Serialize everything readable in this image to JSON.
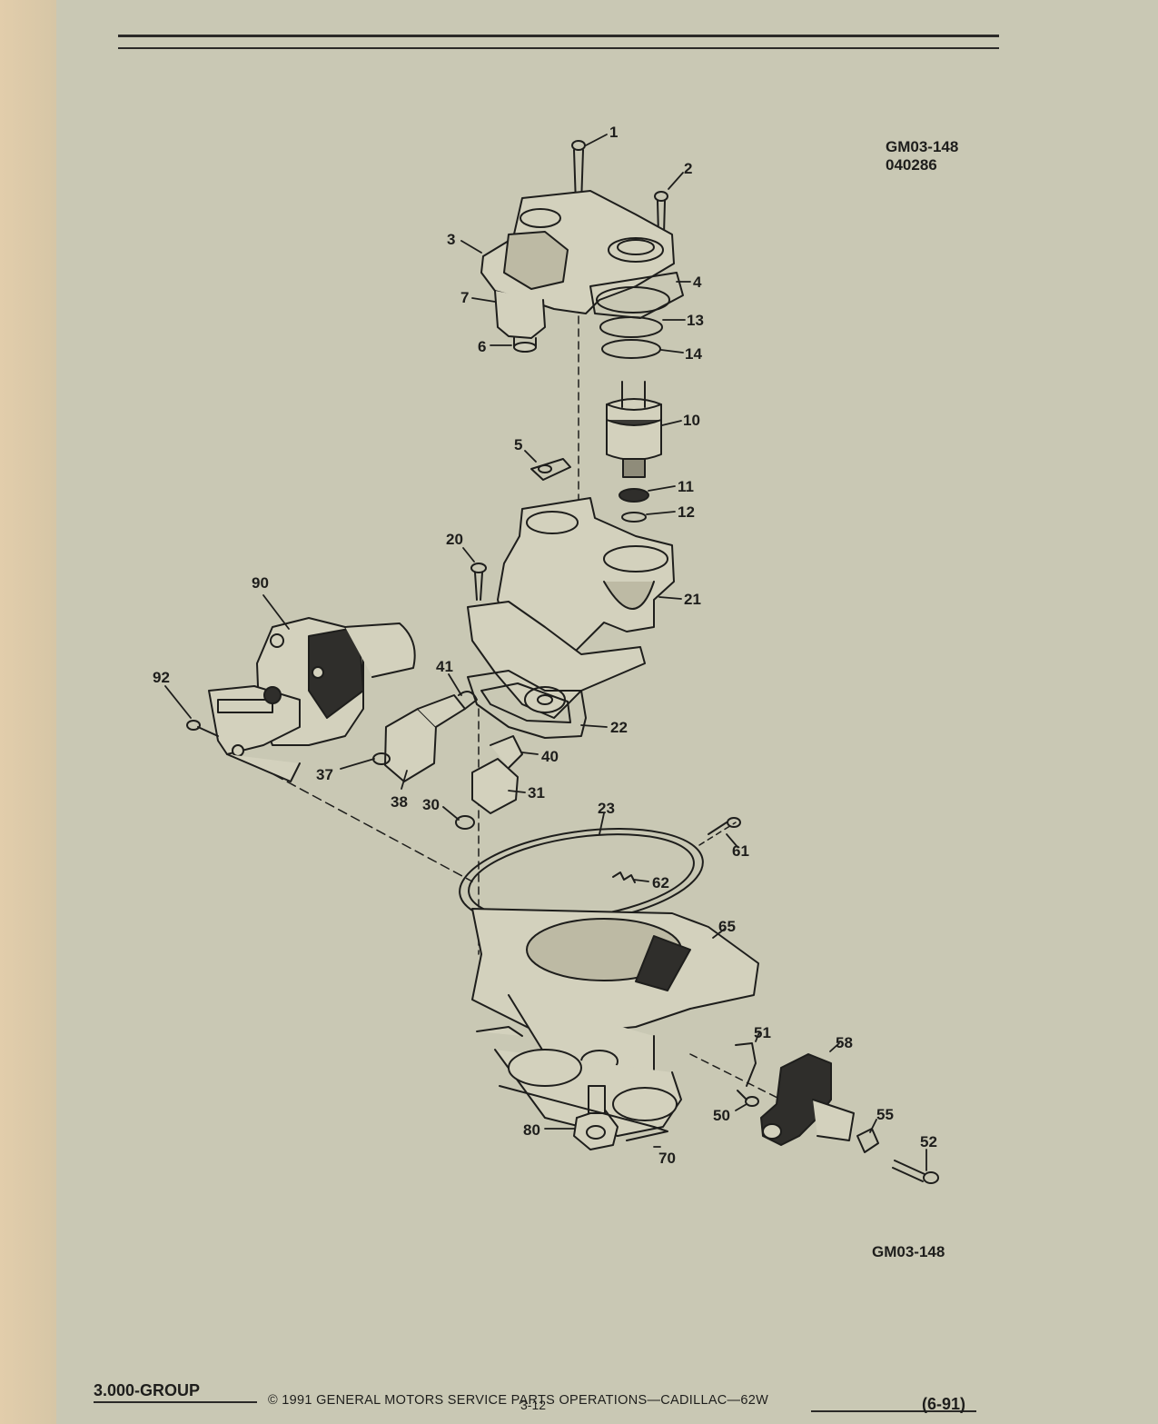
{
  "figure": {
    "code_top": "GM03-148",
    "date_code": "040286",
    "code_bottom": "GM03-148"
  },
  "callouts": [
    {
      "id": "1",
      "label": "1"
    },
    {
      "id": "2",
      "label": "2"
    },
    {
      "id": "3",
      "label": "3"
    },
    {
      "id": "4",
      "label": "4"
    },
    {
      "id": "5",
      "label": "5"
    },
    {
      "id": "6",
      "label": "6"
    },
    {
      "id": "7",
      "label": "7"
    },
    {
      "id": "10",
      "label": "10"
    },
    {
      "id": "11",
      "label": "11"
    },
    {
      "id": "12",
      "label": "12"
    },
    {
      "id": "13",
      "label": "13"
    },
    {
      "id": "14",
      "label": "14"
    },
    {
      "id": "20",
      "label": "20"
    },
    {
      "id": "21",
      "label": "21"
    },
    {
      "id": "22",
      "label": "22"
    },
    {
      "id": "23",
      "label": "23"
    },
    {
      "id": "30",
      "label": "30"
    },
    {
      "id": "31",
      "label": "31"
    },
    {
      "id": "37",
      "label": "37"
    },
    {
      "id": "38",
      "label": "38"
    },
    {
      "id": "40",
      "label": "40"
    },
    {
      "id": "41",
      "label": "41"
    },
    {
      "id": "50",
      "label": "50"
    },
    {
      "id": "51",
      "label": "51"
    },
    {
      "id": "52",
      "label": "52"
    },
    {
      "id": "55",
      "label": "55"
    },
    {
      "id": "58",
      "label": "58"
    },
    {
      "id": "61",
      "label": "61"
    },
    {
      "id": "62",
      "label": "62"
    },
    {
      "id": "65",
      "label": "65"
    },
    {
      "id": "70",
      "label": "70"
    },
    {
      "id": "80",
      "label": "80"
    },
    {
      "id": "90",
      "label": "90"
    },
    {
      "id": "92",
      "label": "92"
    }
  ],
  "footer": {
    "group": "3.000-GROUP",
    "copyright": "©  1991  GENERAL MOTORS SERVICE PARTS OPERATIONS—CADILLAC—62W",
    "page": "3-12",
    "revision": "(6-91)"
  },
  "colors": {
    "paper": "#c9c8b4",
    "ink": "#1e1e1c",
    "edge": "#e2cdab"
  }
}
